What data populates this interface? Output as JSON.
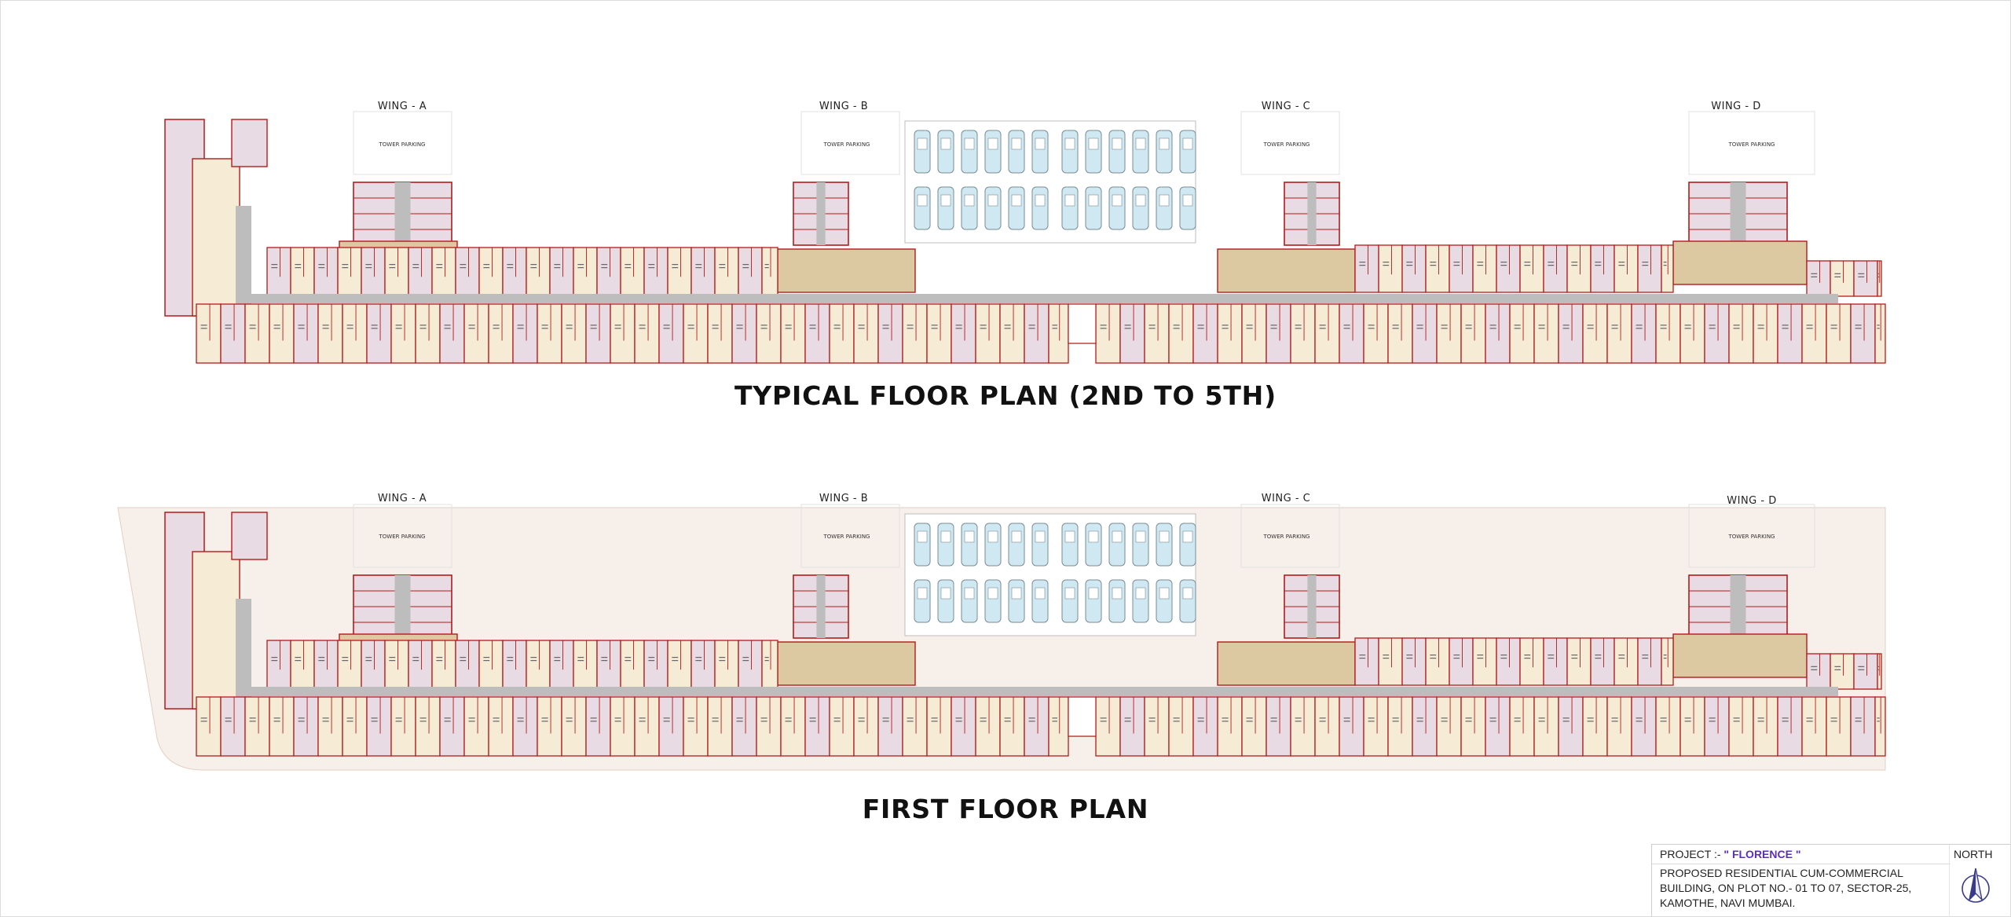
{
  "drawing": {
    "typical_plan": {
      "title": "TYPICAL FLOOR PLAN (2ND TO 5TH)",
      "wings": [
        "WING - A",
        "WING - B",
        "WING - C",
        "WING - D"
      ],
      "tower_parking_label": "TOWER PARKING"
    },
    "first_plan": {
      "title": "FIRST FLOOR PLAN",
      "wings": [
        "WING - A",
        "WING - B",
        "WING - C",
        "WING - D"
      ],
      "tower_parking_label": "TOWER PARKING"
    }
  },
  "title_block": {
    "project_prefix": "PROJECT :-",
    "project_name": "\" FLORENCE \"",
    "north_label": "NORTH",
    "description_lines": [
      "PROPOSED RESIDENTIAL CUM-COMMERCIAL",
      "BUILDING, ON PLOT NO.- 01 TO 07, SECTOR-25,",
      "KAMOTHE, NAVI MUMBAI."
    ]
  },
  "colors": {
    "wall": "#b31b1b",
    "living_fill": "#f6ecd6",
    "bedroom_fill": "#e9dbe3",
    "lobby_fill": "#dcc9a2",
    "passage_fill": "#bdbdbd",
    "terrace_fill": "#f7efe9",
    "car_fill": "#cfe8f2"
  }
}
